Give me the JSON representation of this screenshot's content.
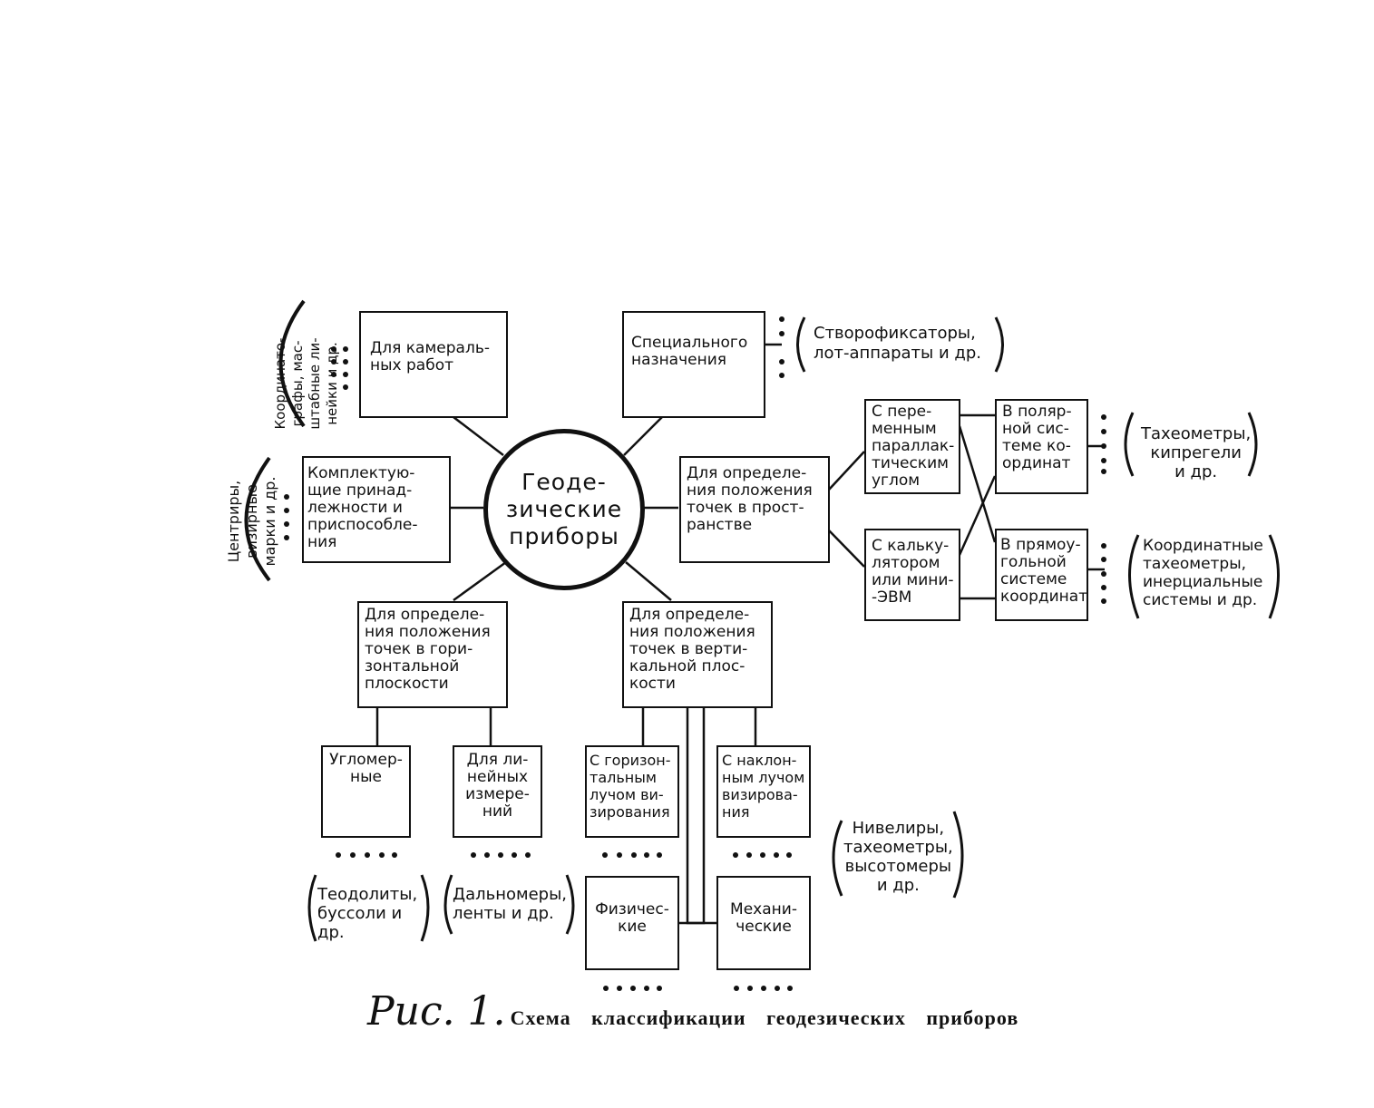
{
  "center": {
    "label": "Геоде-\nзические\nприборы"
  },
  "boxes": {
    "cameral": "Для камераль-\nных работ",
    "special": "Специального\nназначения",
    "accessories": "Комплектую-\nщие принад-\nлежности и\nприспособле-\nния",
    "space": "Для определе-\nния положения\nточек в прост-\nранстве",
    "parallax": "С пере-\nменным\nпараллак-\nтическим\nуглом",
    "calculator": "С кальку-\nлятором\nили мини-\n-ЭВМ",
    "polar": "В поляр-\nной сис-\nтеме ко-\nординат",
    "rect": "В прямоу-\nгольной\nсистеме\nкоординат",
    "horizontal": "Для определе-\nния положения\nточек в гори-\nзонтальной\nплоскости",
    "vertical": "Для определе-\nния положения\nточек в верти-\nкальной плос-\nкости",
    "angle": "Угломер-\nные",
    "linear": "Для ли-\nнейных\nизмере-\nний",
    "horizbeam": "С горизон-\nтальным\nлучом ви-\nзирования",
    "inclbeam": "С наклон-\nным лучом\nвизирова-\nния",
    "physical": "Физичес-\nкие",
    "mechanical": "Механи-\nческие"
  },
  "notes": {
    "cameral": "Координато-\nграфы, мас-\nштабные ли-\nнейки и др.",
    "accessories": "Центриры,\nвизирные\nмарки и др.",
    "special": "Створофиксаторы,\nлот-аппараты и др.",
    "polar": "Тахеометры,\nкипрегели\nи др.",
    "rect": "Координатные\nтахеометры,\nинерциальные\nсистемы и др.",
    "angle": "Теодолиты,\nбуссоли и\nдр.",
    "linear": "Дальномеры,\nленты и др.",
    "vertical": "Нивелиры,\nтахеометры,\nвысотомеры\nи др."
  },
  "caption": {
    "number": "Рис. 1.",
    "text": "Схема классификации геодезических приборов"
  }
}
